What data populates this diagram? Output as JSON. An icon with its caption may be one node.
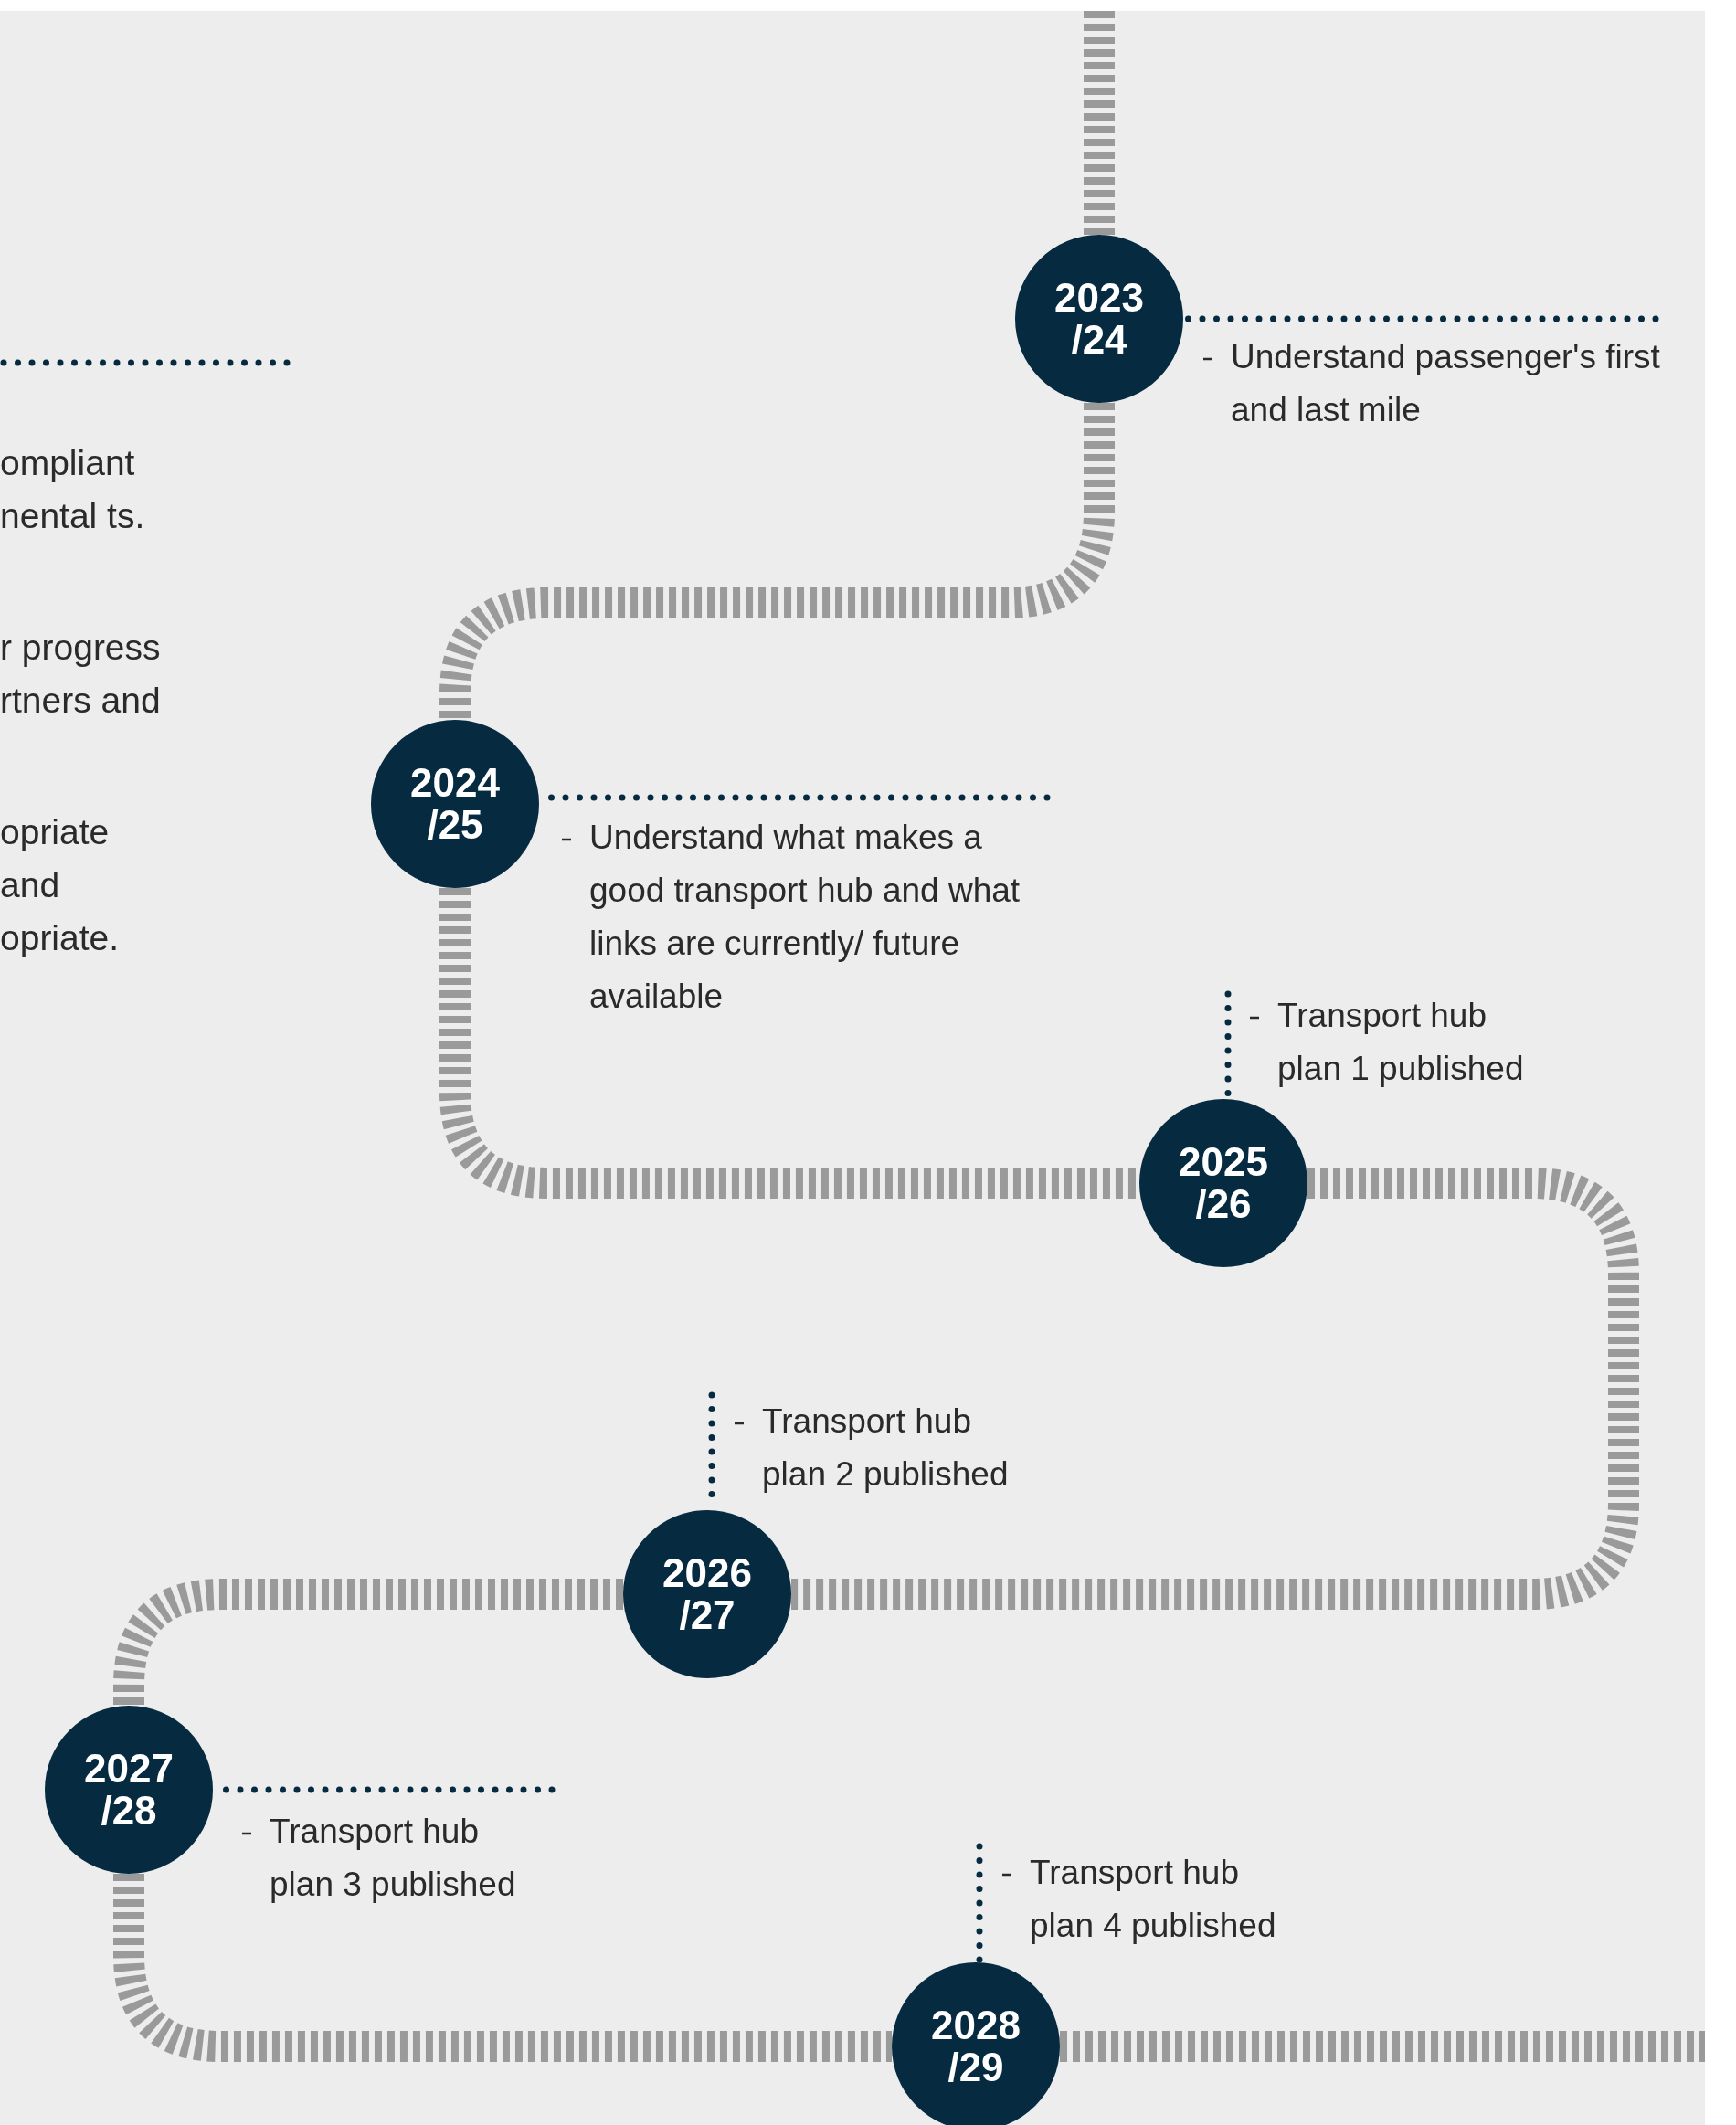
{
  "diagram": {
    "nodes": [
      {
        "text": [
          "2023 /24"
        ]
      },
      {
        "text": [
          "Understand passenger's first and last mile"
        ]
      },
      {
        "text": [
          "2024 /25"
        ]
      },
      {
        "text": [
          "Understand what makes a good transport hub and what links are currently/ future available"
        ]
      },
      {
        "text": [
          "Transport hub plan 1 published"
        ]
      },
      {
        "text": [
          "2025 /26"
        ]
      },
      {
        "text": [
          "Transport hub plan 2 published"
        ]
      },
      {
        "text": [
          "2026 /27"
        ]
      },
      {
        "text": [
          "2027 /28"
        ]
      },
      {
        "text": [
          "Transport hub plan 3 published"
        ]
      },
      {
        "text": [
          "Transport hub plan 4 published"
        ]
      },
      {
        "text": [
          "2028 /29"
        ]
      }
    ],
    "edges": [
      {
        "from": null,
        "to": 0,
        "arrow": "none"
      },
      {
        "from": 1,
        "to": 0,
        "arrow": "none",
        "style": "dashed",
        "color": "#062a40"
      },
      {
        "from": 0,
        "to": 2,
        "arrow": "none"
      },
      {
        "from": 3,
        "to": 2,
        "arrow": "none",
        "style": "dashed",
        "color": "#062a40"
      },
      {
        "from": 2,
        "to": 5,
        "arrow": "none"
      },
      {
        "from": 4,
        "to": 5,
        "arrow": "none",
        "style": "dashed",
        "color": "#062a40"
      },
      {
        "from": 5,
        "to": 7,
        "arrow": "none"
      },
      {
        "from": 6,
        "to": 7,
        "arrow": "none",
        "style": "dashed",
        "color": "#062a40"
      },
      {
        "from": 7,
        "to": 8,
        "arrow": "none"
      },
      {
        "from": 9,
        "to": 8,
        "arrow": "none",
        "style": "dashed",
        "color": "#062a40"
      },
      {
        "from": 8,
        "to": 11,
        "arrow": "none"
      },
      {
        "from": 10,
        "to": 11,
        "arrow": "none",
        "style": "dashed",
        "color": "#062a40"
      },
      {
        "from": 11,
        "to": null,
        "arrow": "none"
      }
    ],
    "labels": [
      "ompliant nental ts.",
      "r progress rtners and",
      "opriate and opriate."
    ]
  }
}
